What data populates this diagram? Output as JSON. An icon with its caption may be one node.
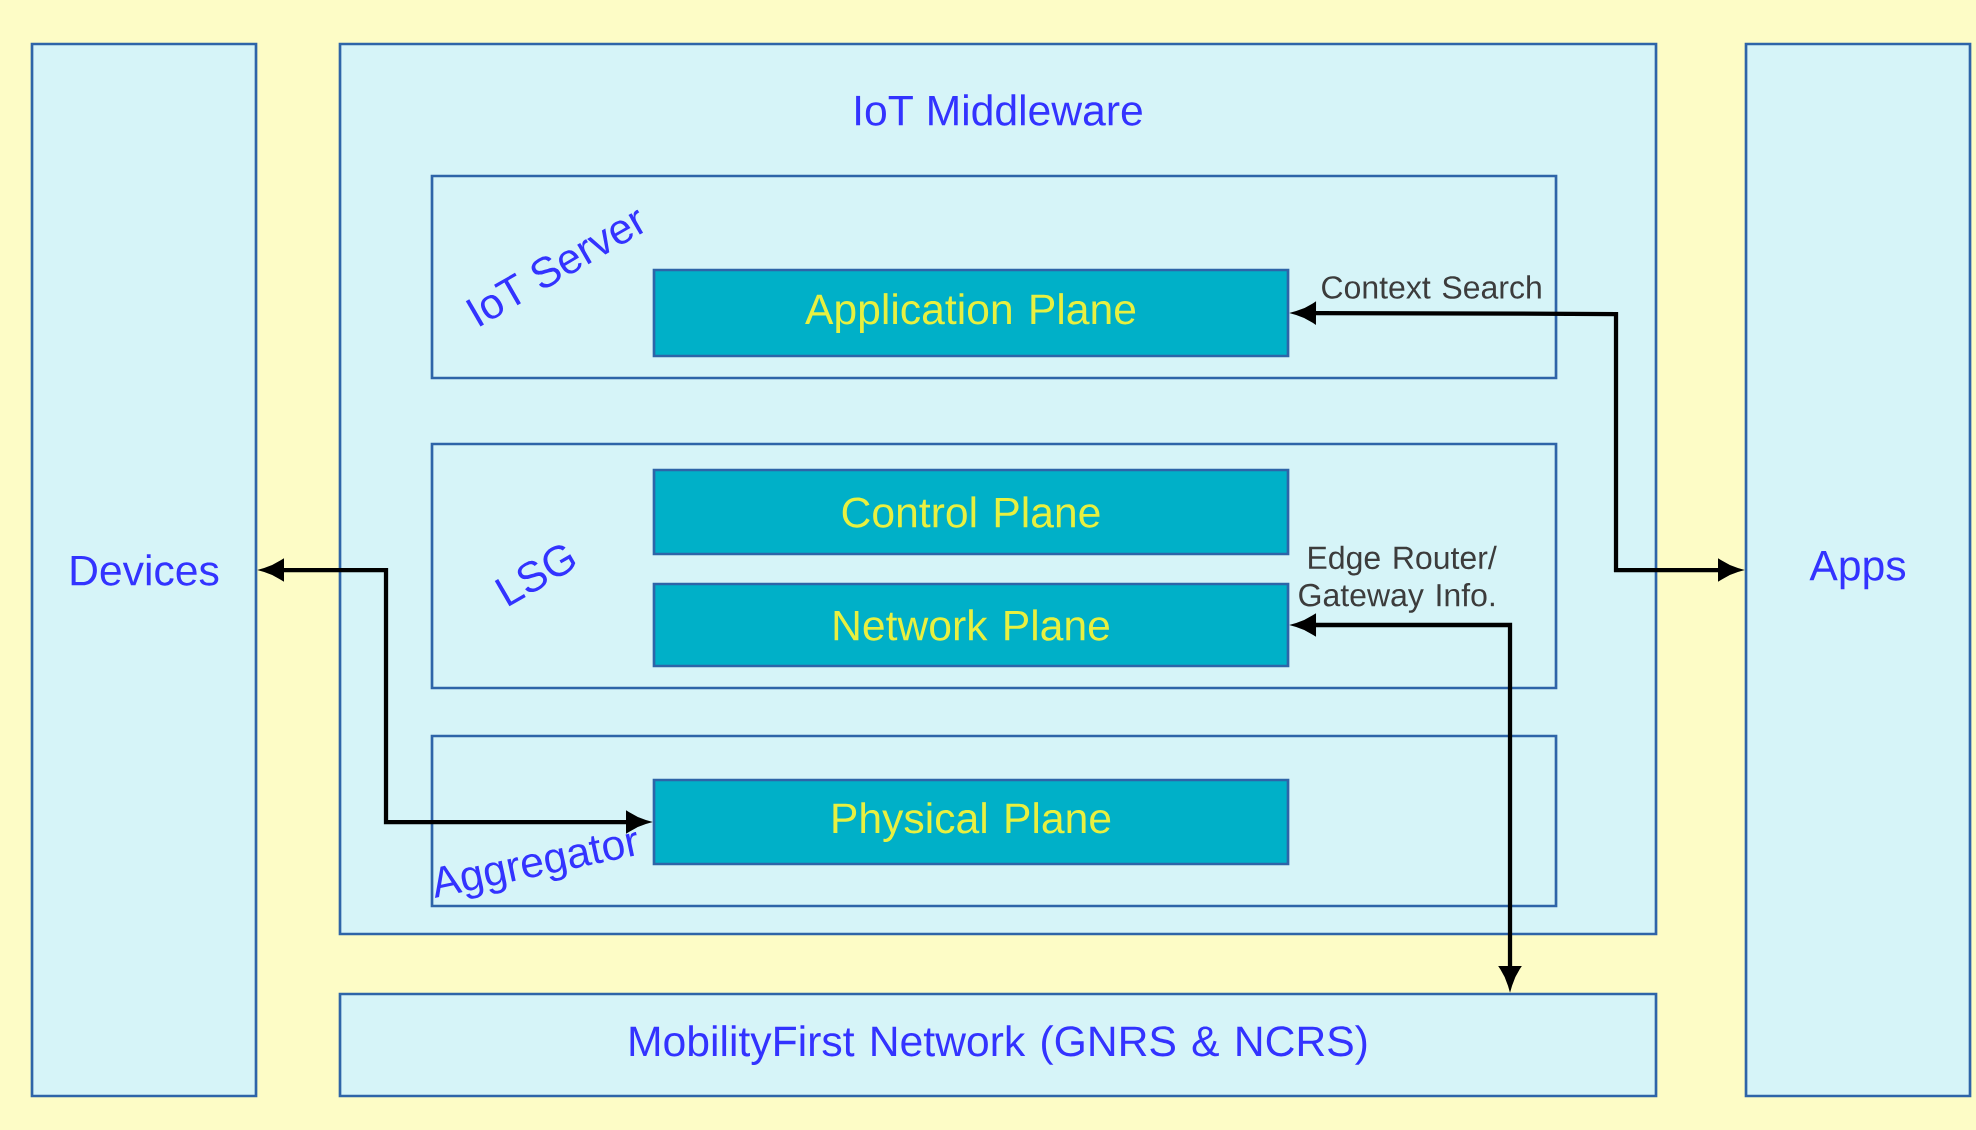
{
  "diagram": {
    "nodes": [
      {
        "text": [
          "Devices"
        ]
      },
      {
        "text": [
          "IoT Middleware"
        ]
      },
      {
        "text": [
          "IoT Server"
        ],
        "in": 1
      },
      {
        "text": [
          "Application Plane"
        ],
        "in": 2
      },
      {
        "text": [
          "LSG"
        ],
        "in": 1
      },
      {
        "text": [
          "Control Plane"
        ],
        "in": 4
      },
      {
        "text": [
          "Network Plane"
        ],
        "in": 4
      },
      {
        "text": [
          "Aggregator"
        ],
        "in": 1
      },
      {
        "text": [
          "Physical Plane"
        ],
        "in": 7
      },
      {
        "text": [
          "MobilityFirst Network (GNRS & NCRS)"
        ]
      },
      {
        "text": [
          "Apps"
        ]
      }
    ],
    "edges": [
      {
        "from": 3,
        "to": 10,
        "arrow": "both",
        "label": "Context Search"
      },
      {
        "from": 6,
        "to": 9,
        "arrow": "both",
        "label": "Edge Router/ Gateway Info."
      },
      {
        "from": 0,
        "to": 8,
        "arrow": "both"
      }
    ]
  }
}
